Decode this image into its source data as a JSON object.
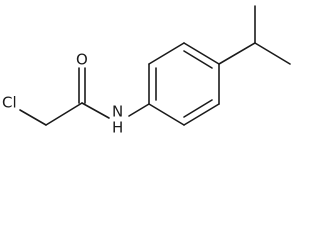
{
  "molecule": {
    "atoms": {
      "chlorine": "Cl",
      "oxygen": "O",
      "amide_nitrogen": "N",
      "amide_hydrogen": "H"
    }
  }
}
